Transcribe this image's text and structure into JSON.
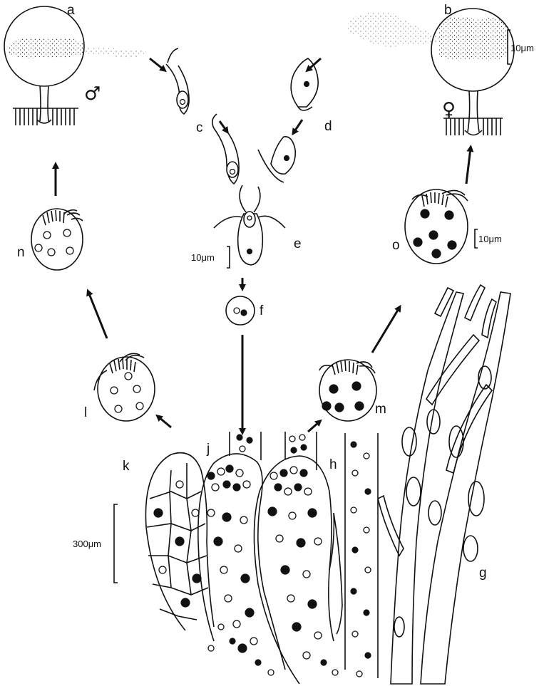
{
  "labels": {
    "a": "a",
    "b": "b",
    "c": "c",
    "d": "d",
    "e": "e",
    "f": "f",
    "g": "g",
    "h": "h",
    "j": "j",
    "k": "k",
    "l": "l",
    "m": "m",
    "n": "n",
    "o": "o"
  },
  "symbols": {
    "male": "♂",
    "female": "♀"
  },
  "scale_bars": {
    "b": "10μm",
    "e": "10μm",
    "o": "10μm",
    "colony": "300μm"
  }
}
